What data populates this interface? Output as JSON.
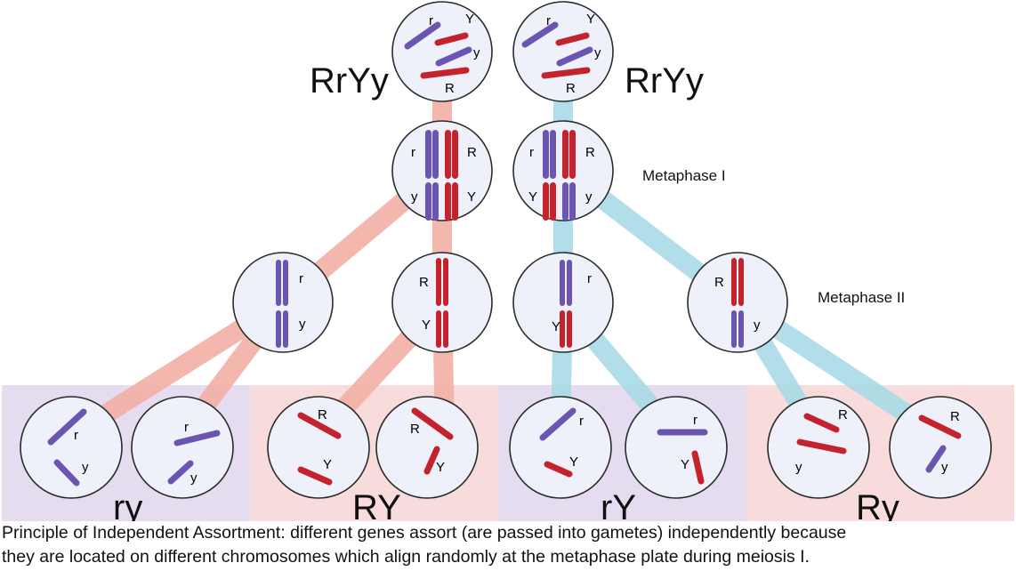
{
  "colors": {
    "purple_chrom": "#6b55b0",
    "red_chrom": "#c4232e",
    "salmon_path": "#f3b0a6",
    "cyan_path": "#a9dbe6",
    "lavender_bg": "#e6dcef",
    "pink_bg": "#f8dcdc",
    "cell_fill": "#eef0fa",
    "cell_stroke": "#2b2b2b"
  },
  "parent_labels": {
    "left": "RrYy",
    "right": "RrYy"
  },
  "stage_labels": {
    "metaphase1": "Metaphase I",
    "metaphase2": "Metaphase II"
  },
  "allele_labels": {
    "parent_left": [
      "r",
      "Y",
      "y",
      "R"
    ],
    "parent_right": [
      "r",
      "Y",
      "y",
      "R"
    ],
    "m1_left": [
      "r",
      "R",
      "y",
      "Y"
    ],
    "m1_right": [
      "r",
      "R",
      "Y",
      "y"
    ],
    "m2_a": [
      "r",
      "y"
    ],
    "m2_b": [
      "R",
      "Y"
    ],
    "m2_c": [
      "r",
      "Y"
    ],
    "m2_d": [
      "R",
      "y"
    ],
    "gamete_1": [
      "r",
      "y"
    ],
    "gamete_2": [
      "r",
      "y"
    ],
    "gamete_3": [
      "R",
      "Y"
    ],
    "gamete_4": [
      "R",
      "Y"
    ],
    "gamete_5": [
      "r",
      "Y"
    ],
    "gamete_6": [
      "r",
      "Y"
    ],
    "gamete_7": [
      "R",
      "y"
    ],
    "gamete_8": [
      "R",
      "y"
    ]
  },
  "gamete_groups": [
    "ry",
    "RY",
    "rY",
    "Ry"
  ],
  "caption": {
    "line1": "Principle of Independent Assortment: different genes assort (are passed into gametes) independently because",
    "line2": "they are located on different chromosomes which align randomly at the metaphase plate during meiosis I."
  }
}
